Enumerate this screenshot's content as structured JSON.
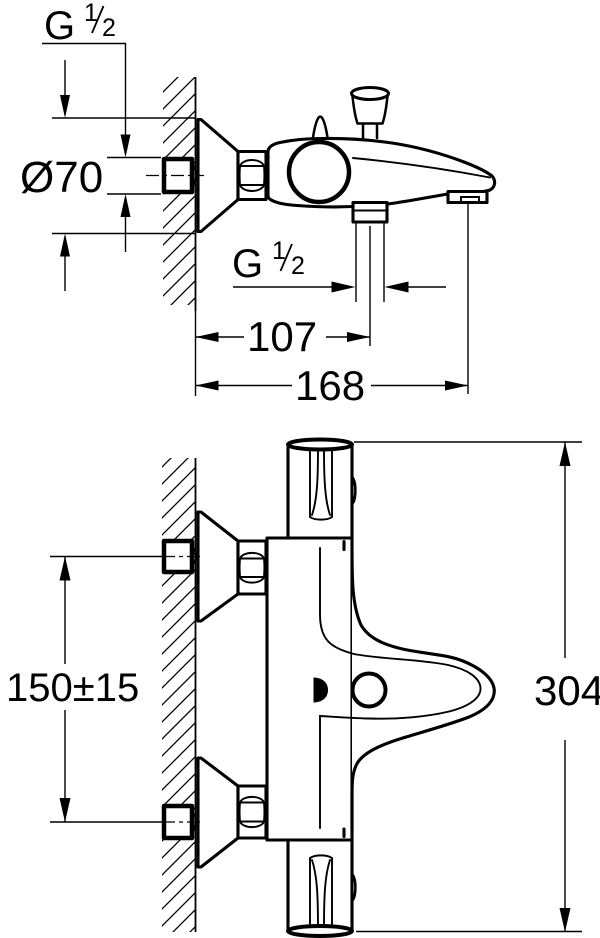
{
  "drawing": {
    "kind": "technical dimension drawing, black line art on white",
    "line_color": "#000000",
    "background_color": "#ffffff"
  },
  "labels": {
    "supply_thread": {
      "prefix": "G",
      "numerator": "1",
      "denominator": "2"
    },
    "escutcheon_diameter": "Ø70",
    "shower_thread": {
      "prefix": "G",
      "numerator": "1",
      "denominator": "2"
    },
    "wall_to_shower_outlet": "107",
    "wall_to_spout_tip": "168",
    "supply_spacing": "150±15",
    "overall_height": "304"
  }
}
